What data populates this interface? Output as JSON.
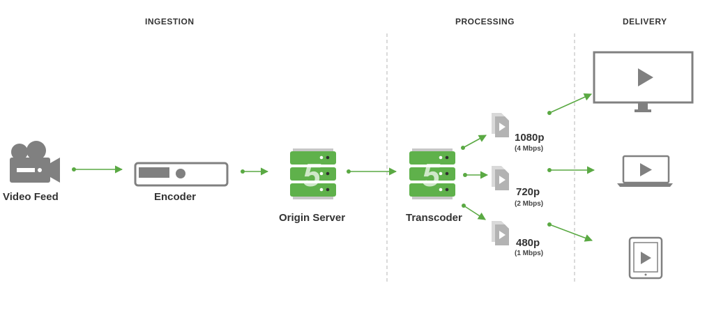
{
  "sections": {
    "ingestion": "INGESTION",
    "processing": "PROCESSING",
    "delivery": "DELIVERY"
  },
  "nodes": {
    "video_feed": "Video Feed",
    "encoder": "Encoder",
    "origin_server": "Origin Server",
    "transcoder": "Transcoder"
  },
  "server_glyph": "5",
  "renditions": [
    {
      "resolution": "1080p",
      "bitrate": "(4 Mbps)"
    },
    {
      "resolution": "720p",
      "bitrate": "(2 Mbps)"
    },
    {
      "resolution": "480p",
      "bitrate": "(1 Mbps)"
    }
  ],
  "colors": {
    "accent_green": "#5aa943",
    "server_green": "#5fb14b",
    "icon_gray": "#808080",
    "divider": "#b5b5b5"
  },
  "icons": [
    "video-camera-icon",
    "encoder-icon",
    "origin-server-icon",
    "transcoder-icon",
    "video-file-icon",
    "monitor-icon",
    "laptop-icon",
    "tablet-icon"
  ]
}
